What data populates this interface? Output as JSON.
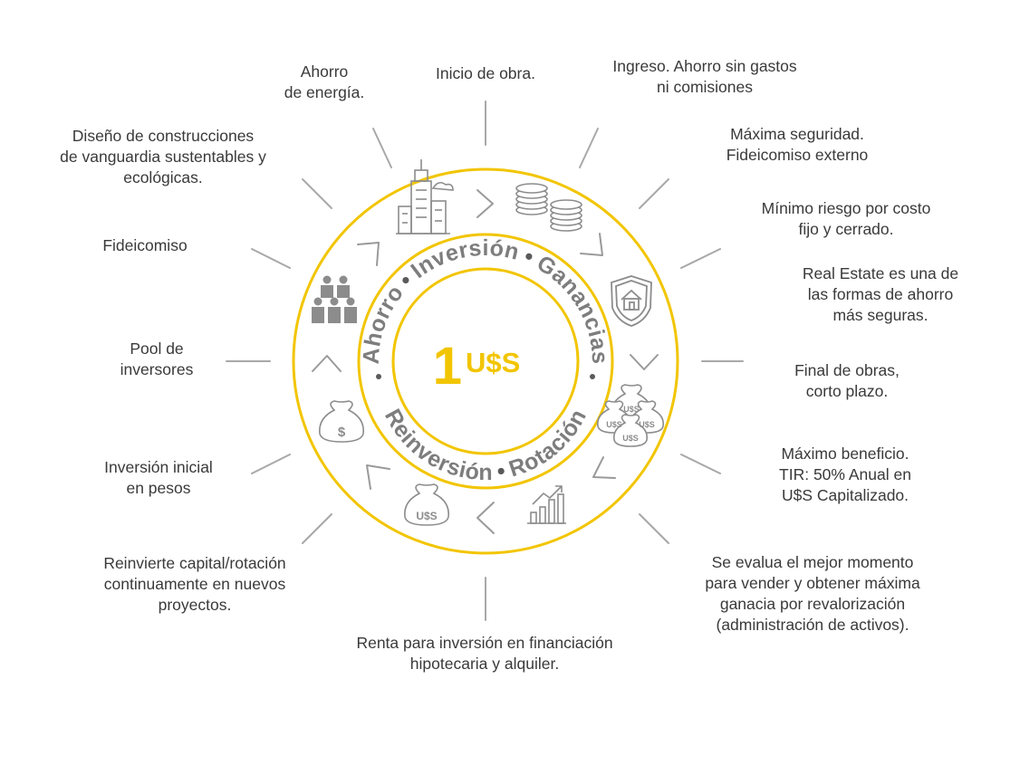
{
  "center": {
    "number": "1",
    "currency": "U$S"
  },
  "ring_words": {
    "ahorro": "Ahorro",
    "inversion": "Inversión",
    "ganancias": "Ganancias",
    "rotacion": "Rotación",
    "reinversion": "Reinversión"
  },
  "icons": {
    "buildings": "buildings-icon",
    "coins": "coins-icon",
    "shield_house": "shield-house-icon",
    "money_bags_usd": "money-bags-icon",
    "growth_chart": "growth-chart-icon",
    "money_bag_usd": "money-bag-icon",
    "money_bag_peso": "money-bag-icon",
    "people": "people-group-icon",
    "bag_label_usd": "U$S",
    "bag_label_peso": "$"
  },
  "labels": {
    "ahorro_energia": "Ahorro\nde energía.",
    "inicio_obra": "Inicio de obra.",
    "ingreso": "Ingreso. Ahorro sin gastos\nni comisiones",
    "seguridad": "Máxima seguridad.\nFideicomiso externo",
    "riesgo": "Mínimo riesgo por costo\nfijo y cerrado.",
    "real_estate": "Real Estate es una de\nlas formas de ahorro\nmás seguras.",
    "final_obras": "Final de obras,\ncorto plazo.",
    "beneficio": "Máximo beneficio.\nTIR: 50% Anual en\nU$S Capitalizado.",
    "evalua": "Se evalua el mejor momento\npara vender y obtener máxima\nganacia por revalorización\n(administración de activos).",
    "renta": "Renta para inversión en financiación\nhipotecaria y alquiler.",
    "reinvierte": "Reinvierte capital/rotación\ncontinuamente en nuevos\nproyectos.",
    "inversion_inicial": "Inversión inicial\nen pesos",
    "pool": "Pool de\ninversores",
    "fideicomiso": "Fideicomiso",
    "diseno": "Diseño de construcciones\nde vanguardia sustentables y\necológicas."
  },
  "colors": {
    "accent": "#f2c500",
    "line": "#a8a8a8",
    "icon": "#8c8c8c",
    "text": "#3a3a3a"
  }
}
